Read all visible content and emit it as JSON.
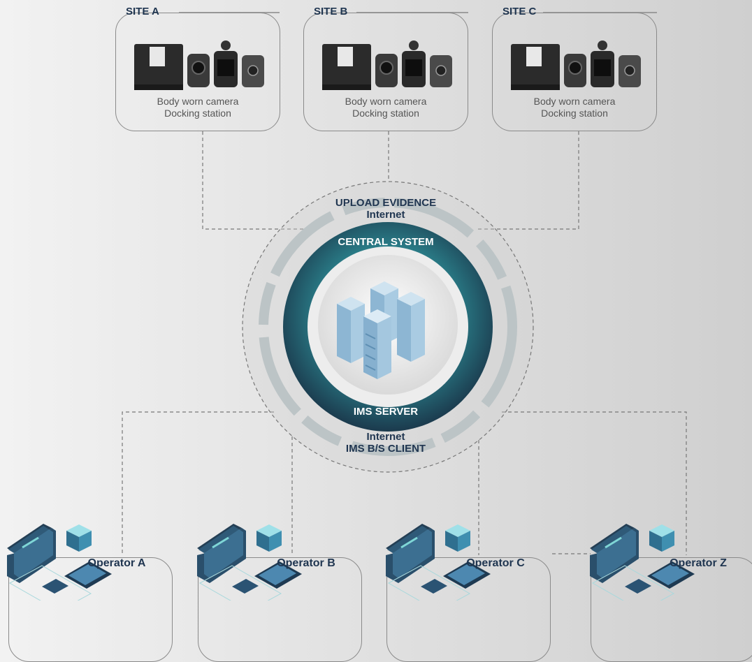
{
  "sites": [
    {
      "name": "SITE A",
      "caption_line1": "Body worn camera",
      "caption_line2": "Docking station"
    },
    {
      "name": "SITE B",
      "caption_line1": "Body worn camera",
      "caption_line2": "Docking station"
    },
    {
      "name": "SITE C",
      "caption_line1": "Body worn camera",
      "caption_line2": "Docking station"
    }
  ],
  "center": {
    "upload_label": "UPLOAD EVIDENCE",
    "upload_sub": "Internet",
    "central_label": "CENTRAL SYSTEM",
    "server_label": "IMS SERVER",
    "bottom_line1": "Internet",
    "bottom_line2": "IMS B/S CLIENT"
  },
  "operators": [
    {
      "name": "Operator A"
    },
    {
      "name": "Operator B"
    },
    {
      "name": "Operator C"
    },
    {
      "name": "Operator Z"
    }
  ],
  "colors": {
    "title": "#1f3550",
    "ring_dark": "#1d3b4f",
    "ring_teal": "#2f8a93",
    "server_blue": "#9cc2db",
    "laptop_blue": "#2f5a78"
  },
  "icons": [
    "docking-station-icon",
    "body-camera-icon",
    "server-rack-icon",
    "laptop-icon",
    "tablet-icon",
    "phone-icon",
    "mini-server-icon"
  ]
}
